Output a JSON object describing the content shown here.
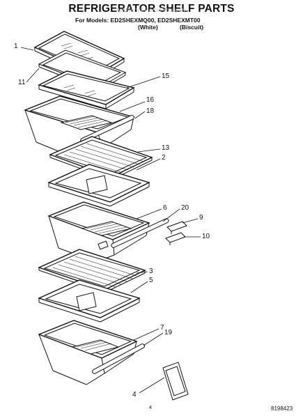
{
  "header": {
    "title": "REFRIGERATOR SHELF PARTS",
    "watermark": "AppliancePartsPros.com",
    "models_line": "For Models: ED2SHEXMQ00, ED2SHEXMT00",
    "variant_white": "(White)",
    "variant_biscuit": "(Biscuit)"
  },
  "callouts": [
    "1",
    "11",
    "15",
    "16",
    "18",
    "13",
    "2",
    "6",
    "20",
    "9",
    "10",
    "3",
    "5",
    "7",
    "19",
    "4"
  ],
  "footer": {
    "page_number": "4",
    "document_number": "8198423"
  }
}
